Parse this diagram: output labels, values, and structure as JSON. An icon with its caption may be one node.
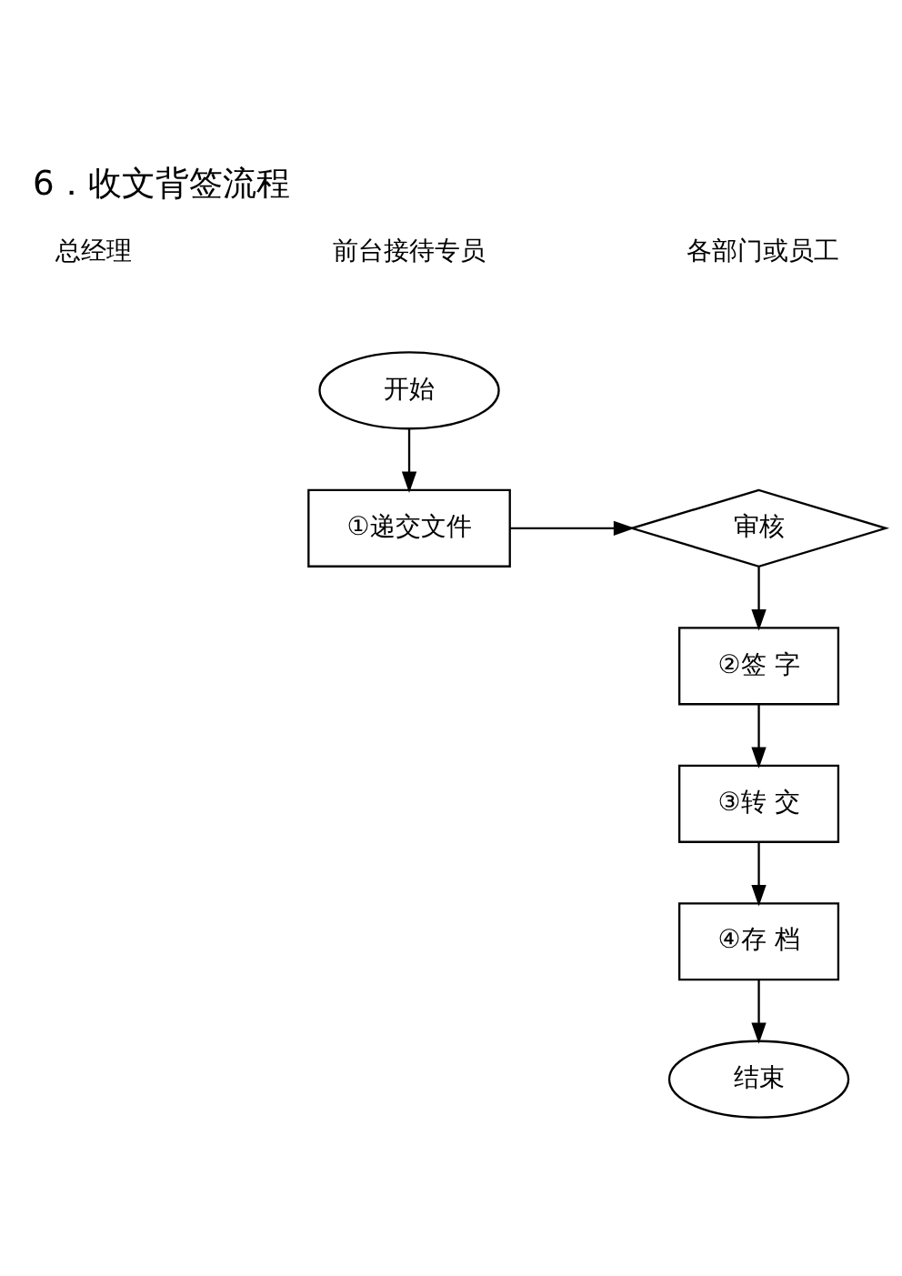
{
  "diagram": {
    "title": "6．收文背签流程",
    "nodes": [
      {
        "text": [
          "开始"
        ]
      },
      {
        "text": [
          "①递交文件"
        ]
      },
      {
        "text": [
          "审核"
        ]
      },
      {
        "text": [
          "②签 字"
        ]
      },
      {
        "text": [
          "③转 交"
        ]
      },
      {
        "text": [
          "④存 档"
        ]
      },
      {
        "text": [
          "结束"
        ]
      }
    ],
    "edges": [
      {
        "from": 0,
        "to": 1,
        "arrow": "to"
      },
      {
        "from": 1,
        "to": 2,
        "arrow": "to"
      },
      {
        "from": 2,
        "to": 3,
        "arrow": "to"
      },
      {
        "from": 3,
        "to": 4,
        "arrow": "to"
      },
      {
        "from": 4,
        "to": 5,
        "arrow": "to"
      },
      {
        "from": 5,
        "to": 6,
        "arrow": "to"
      }
    ],
    "labels": [
      "总经理",
      "前台接待专员",
      "各部门或员工"
    ]
  }
}
